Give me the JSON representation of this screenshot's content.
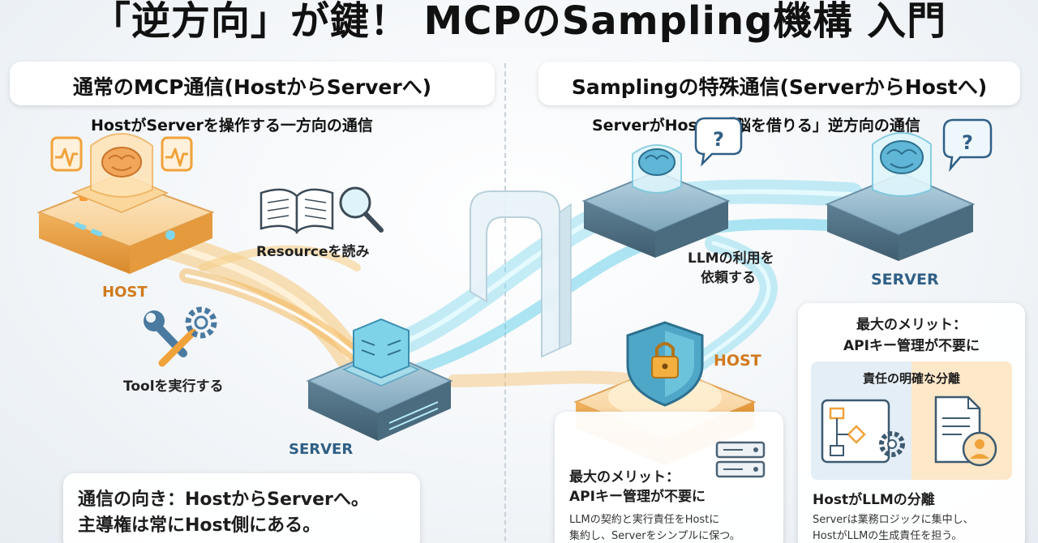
{
  "title": "「逆方向」が鍵！ MCPのSampling機構 入門",
  "left": {
    "heading": "通常のMCP通信(HostからServerへ)",
    "subtitle": "HostがServerを操作する一方向の通信",
    "host_label": "HOST",
    "server_label": "SERVER",
    "resource_label": "Resourceを読み",
    "tool_label": "Toolを実行する",
    "note_line1": "通信の向き：HostからServerへ。",
    "note_line2": "主導権は常にHost側にある。"
  },
  "right": {
    "heading": "Samplingの特殊通信(ServerからHostへ)",
    "subtitle": "ServerがHostの「脳を借りる」逆方向の通信",
    "request_line1": "LLMの利用を",
    "request_line2": "依頼する",
    "server_label": "SERVER",
    "host_label": "HOST",
    "card1": {
      "title_line1": "最大のメリット：",
      "title_line2": "APIキー管理が不要に",
      "body_line1": "LLMの契約と実行責任をHostに",
      "body_line2": "集約し、Serverをシンプルに保つ。"
    },
    "card2": {
      "title_line1": "最大のメリット：",
      "title_line2": "APIキー管理が不要に",
      "inner_title": "責任の明確な分離",
      "caption": "HostがLLMの分離",
      "body_line1": "Serverは業務ロジックに集中し、",
      "body_line2": "HostがLLMの生成責任を担う。"
    }
  },
  "colors": {
    "accent_orange": "#f0a23a",
    "accent_cyan": "#4cc7e6",
    "server_label": "#2f5f86",
    "host_label": "#d07a1e"
  },
  "icons": [
    "brain-icon",
    "book-icon",
    "magnifier-icon",
    "wrench-icon",
    "gear-icon",
    "question-bubble-icon",
    "shield-lock-icon",
    "server-stack-icon",
    "flowchart-icon",
    "document-user-icon"
  ]
}
